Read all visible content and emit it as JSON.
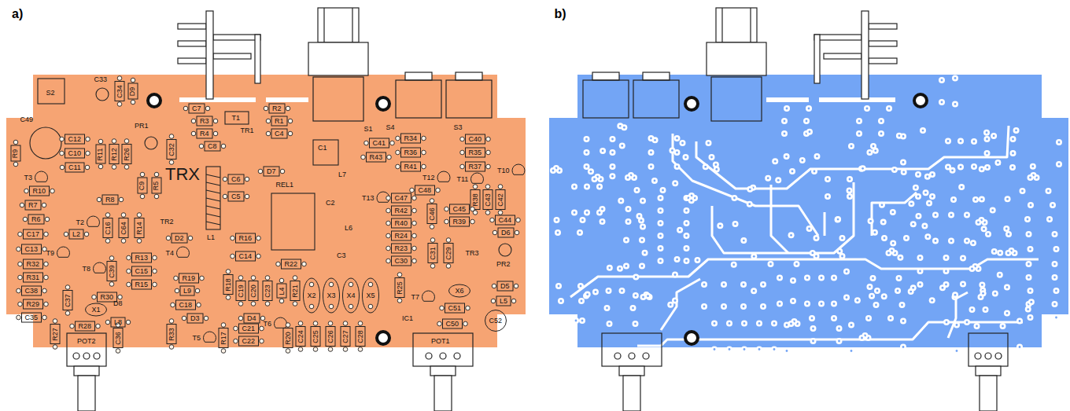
{
  "diagram": {
    "labels": [
      "a)",
      "b)",
      "TRX",
      "S2",
      "C33",
      "C34",
      "D9",
      "C49",
      "C12",
      "C10",
      "C11",
      "R11",
      "R12",
      "R26",
      "PR1",
      "C32",
      "R9",
      "T3",
      "R10",
      "R7",
      "R6",
      "C17",
      "C13",
      "R32",
      "R31",
      "C38",
      "R29",
      "C35",
      "R27",
      "POT2",
      "T2",
      "R8",
      "L2",
      "C16",
      "C64",
      "R14",
      "C9",
      "R5",
      "TR2",
      "C7",
      "R3",
      "R4",
      "C8",
      "T1",
      "TR1",
      "R2",
      "R1",
      "C4",
      "C6",
      "C5",
      "D7",
      "REL1",
      "L1",
      "D2",
      "R16",
      "T4",
      "C14",
      "R22",
      "R13",
      "C15",
      "R15",
      "T9",
      "T8",
      "C39",
      "R30",
      "C37",
      "X1",
      "D8",
      "L8",
      "R28",
      "C36",
      "R19",
      "L9",
      "C18",
      "D3",
      "R18",
      "C19",
      "C20",
      "C23",
      "L4",
      "R21",
      "D4",
      "R33",
      "T5",
      "R17",
      "C21",
      "C22",
      "T6",
      "R20",
      "C24",
      "C25",
      "C26",
      "C27",
      "C28",
      "X2",
      "X3",
      "X4",
      "X5",
      "S1",
      "C1",
      "L7",
      "C2",
      "L6",
      "C3",
      "C41",
      "R43",
      "S4",
      "R34",
      "R36",
      "R41",
      "S3",
      "C40",
      "R35",
      "R37",
      "T10",
      "T12",
      "T11",
      "T13",
      "C48",
      "C47",
      "R42",
      "R40",
      "R24",
      "R23",
      "C30",
      "C46",
      "C45",
      "R39",
      "R38",
      "C43",
      "C42",
      "C44",
      "D6",
      "TR3",
      "PR2",
      "C31",
      "C29",
      "R25",
      "T7",
      "X6",
      "D5",
      "L5",
      "C51",
      "IC1",
      "C50",
      "C52",
      "POT1"
    ]
  }
}
